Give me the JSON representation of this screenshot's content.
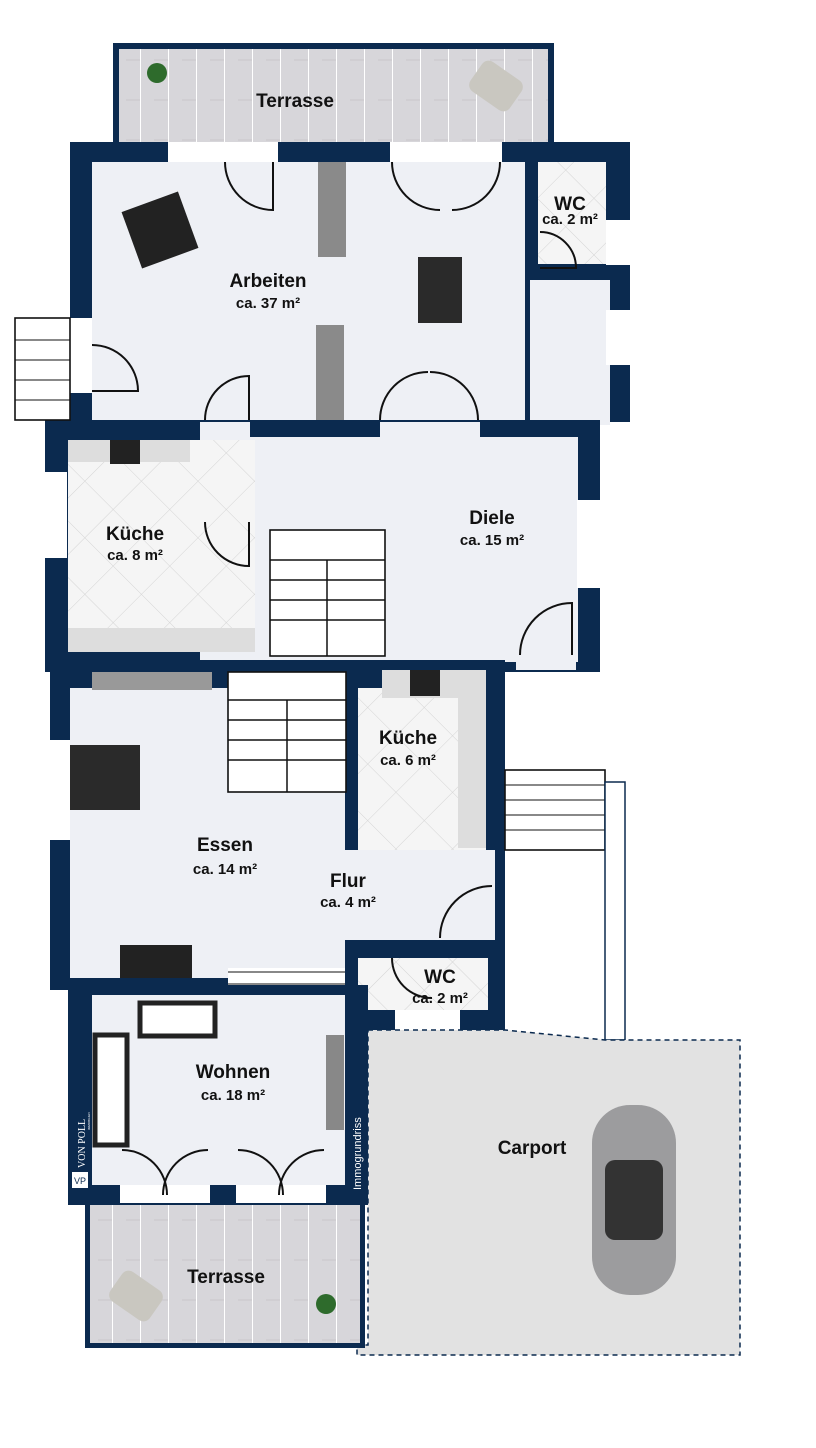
{
  "rooms": {
    "terrace_top": {
      "name": "Terrasse"
    },
    "arbeiten": {
      "name": "Arbeiten",
      "area": "ca. 37 m²"
    },
    "wc_top": {
      "name": "WC",
      "area": "ca. 2 m²"
    },
    "kueche_upper": {
      "name": "Küche",
      "area": "ca. 8 m²"
    },
    "diele": {
      "name": "Diele",
      "area": "ca. 15 m²"
    },
    "kueche_lower": {
      "name": "Küche",
      "area": "ca. 6 m²"
    },
    "essen": {
      "name": "Essen",
      "area": "ca. 14 m²"
    },
    "flur": {
      "name": "Flur",
      "area": "ca. 4 m²"
    },
    "wc_lower": {
      "name": "WC",
      "area": "ca. 2 m²"
    },
    "wohnen": {
      "name": "Wohnen",
      "area": "ca. 18 m²"
    },
    "carport": {
      "name": "Carport"
    },
    "terrace_bottom": {
      "name": "Terrasse"
    }
  },
  "branding": {
    "logo": "VON POLL",
    "logo_sub": "IMMOBILIEN",
    "logo_mark": "VP",
    "credit": "Immogrundriss"
  },
  "colors": {
    "wall": "#0b2a4f",
    "floor": "#eef0f5",
    "terrace": "#d7d6da",
    "carport": "#e2e2e2"
  }
}
